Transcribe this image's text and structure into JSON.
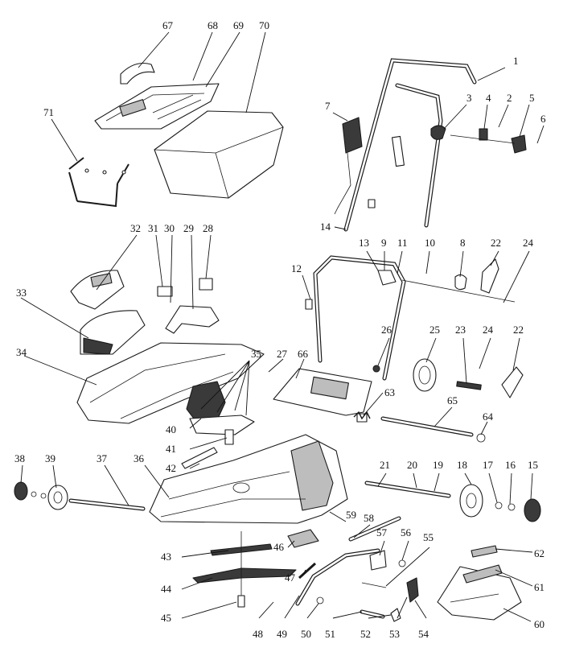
{
  "diagram": {
    "callouts": [
      {
        "id": "c1",
        "label": "1"
      },
      {
        "id": "c2",
        "label": "2"
      },
      {
        "id": "c3",
        "label": "3"
      },
      {
        "id": "c4",
        "label": "4"
      },
      {
        "id": "c5",
        "label": "5"
      },
      {
        "id": "c6",
        "label": "6"
      },
      {
        "id": "c7",
        "label": "7"
      },
      {
        "id": "c8",
        "label": "8"
      },
      {
        "id": "c9",
        "label": "9"
      },
      {
        "id": "c10",
        "label": "10"
      },
      {
        "id": "c11",
        "label": "11"
      },
      {
        "id": "c12",
        "label": "12"
      },
      {
        "id": "c13",
        "label": "13"
      },
      {
        "id": "c14",
        "label": "14"
      },
      {
        "id": "c15",
        "label": "15"
      },
      {
        "id": "c16",
        "label": "16"
      },
      {
        "id": "c17",
        "label": "17"
      },
      {
        "id": "c18",
        "label": "18"
      },
      {
        "id": "c19",
        "label": "19"
      },
      {
        "id": "c20",
        "label": "20"
      },
      {
        "id": "c21",
        "label": "21"
      },
      {
        "id": "c22a",
        "label": "22"
      },
      {
        "id": "c22b",
        "label": "22"
      },
      {
        "id": "c23",
        "label": "23"
      },
      {
        "id": "c24a",
        "label": "24"
      },
      {
        "id": "c24b",
        "label": "24"
      },
      {
        "id": "c25",
        "label": "25"
      },
      {
        "id": "c26",
        "label": "26"
      },
      {
        "id": "c27",
        "label": "27"
      },
      {
        "id": "c28",
        "label": "28"
      },
      {
        "id": "c29",
        "label": "29"
      },
      {
        "id": "c30",
        "label": "30"
      },
      {
        "id": "c31",
        "label": "31"
      },
      {
        "id": "c32",
        "label": "32"
      },
      {
        "id": "c33",
        "label": "33"
      },
      {
        "id": "c34",
        "label": "34"
      },
      {
        "id": "c35",
        "label": "35"
      },
      {
        "id": "c36",
        "label": "36"
      },
      {
        "id": "c37",
        "label": "37"
      },
      {
        "id": "c38",
        "label": "38"
      },
      {
        "id": "c39",
        "label": "39"
      },
      {
        "id": "c40",
        "label": "40"
      },
      {
        "id": "c41",
        "label": "41"
      },
      {
        "id": "c42",
        "label": "42"
      },
      {
        "id": "c43",
        "label": "43"
      },
      {
        "id": "c44",
        "label": "44"
      },
      {
        "id": "c45",
        "label": "45"
      },
      {
        "id": "c46",
        "label": "46"
      },
      {
        "id": "c47",
        "label": "47"
      },
      {
        "id": "c48",
        "label": "48"
      },
      {
        "id": "c49",
        "label": "49"
      },
      {
        "id": "c50",
        "label": "50"
      },
      {
        "id": "c51",
        "label": "51"
      },
      {
        "id": "c52",
        "label": "52"
      },
      {
        "id": "c53",
        "label": "53"
      },
      {
        "id": "c54",
        "label": "54"
      },
      {
        "id": "c55",
        "label": "55"
      },
      {
        "id": "c56",
        "label": "56"
      },
      {
        "id": "c57",
        "label": "57"
      },
      {
        "id": "c58",
        "label": "58"
      },
      {
        "id": "c59",
        "label": "59"
      },
      {
        "id": "c60",
        "label": "60"
      },
      {
        "id": "c61",
        "label": "61"
      },
      {
        "id": "c62",
        "label": "62"
      },
      {
        "id": "c63",
        "label": "63"
      },
      {
        "id": "c64",
        "label": "64"
      },
      {
        "id": "c65",
        "label": "65"
      },
      {
        "id": "c66",
        "label": "66"
      },
      {
        "id": "c67",
        "label": "67"
      },
      {
        "id": "c68",
        "label": "68"
      },
      {
        "id": "c69",
        "label": "69"
      },
      {
        "id": "c70",
        "label": "70"
      },
      {
        "id": "c71",
        "label": "71"
      }
    ]
  }
}
